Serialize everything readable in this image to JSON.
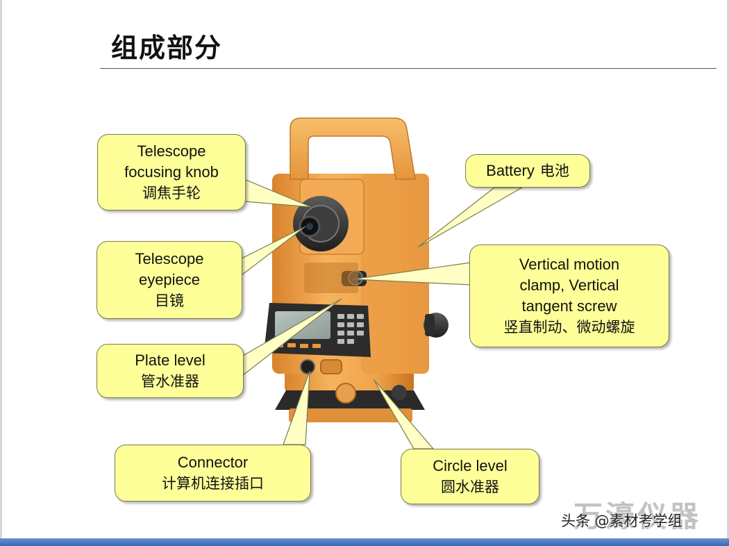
{
  "slide": {
    "title": "组成部分",
    "watermark": "头条 @素材考学组",
    "brand_mark": "万濠仪器"
  },
  "callouts": {
    "focus_knob": {
      "en_1": "Telescope",
      "en_2": "focusing knob",
      "cn": "调焦手轮"
    },
    "eyepiece": {
      "en_1": "Telescope",
      "en_2": "eyepiece",
      "cn": "目镜"
    },
    "plate_level": {
      "en": "Plate level",
      "cn": "管水准器"
    },
    "connector": {
      "en": "Connector",
      "cn": "计算机连接插口"
    },
    "battery": {
      "en": "Battery",
      "cn": "电池"
    },
    "vertical_clamp": {
      "en_1": "Vertical motion",
      "en_2": "clamp, Vertical",
      "en_3": "tangent screw",
      "cn": "竖直制动、微动螺旋"
    },
    "circle_level": {
      "en": "Circle level",
      "cn": "圆水准器"
    }
  },
  "colors": {
    "callout_fill": "#ffff99",
    "device_orange": "#f0a64a",
    "bottom_bar": "#4a74c4"
  },
  "icons": [
    "total-station-instrument"
  ]
}
